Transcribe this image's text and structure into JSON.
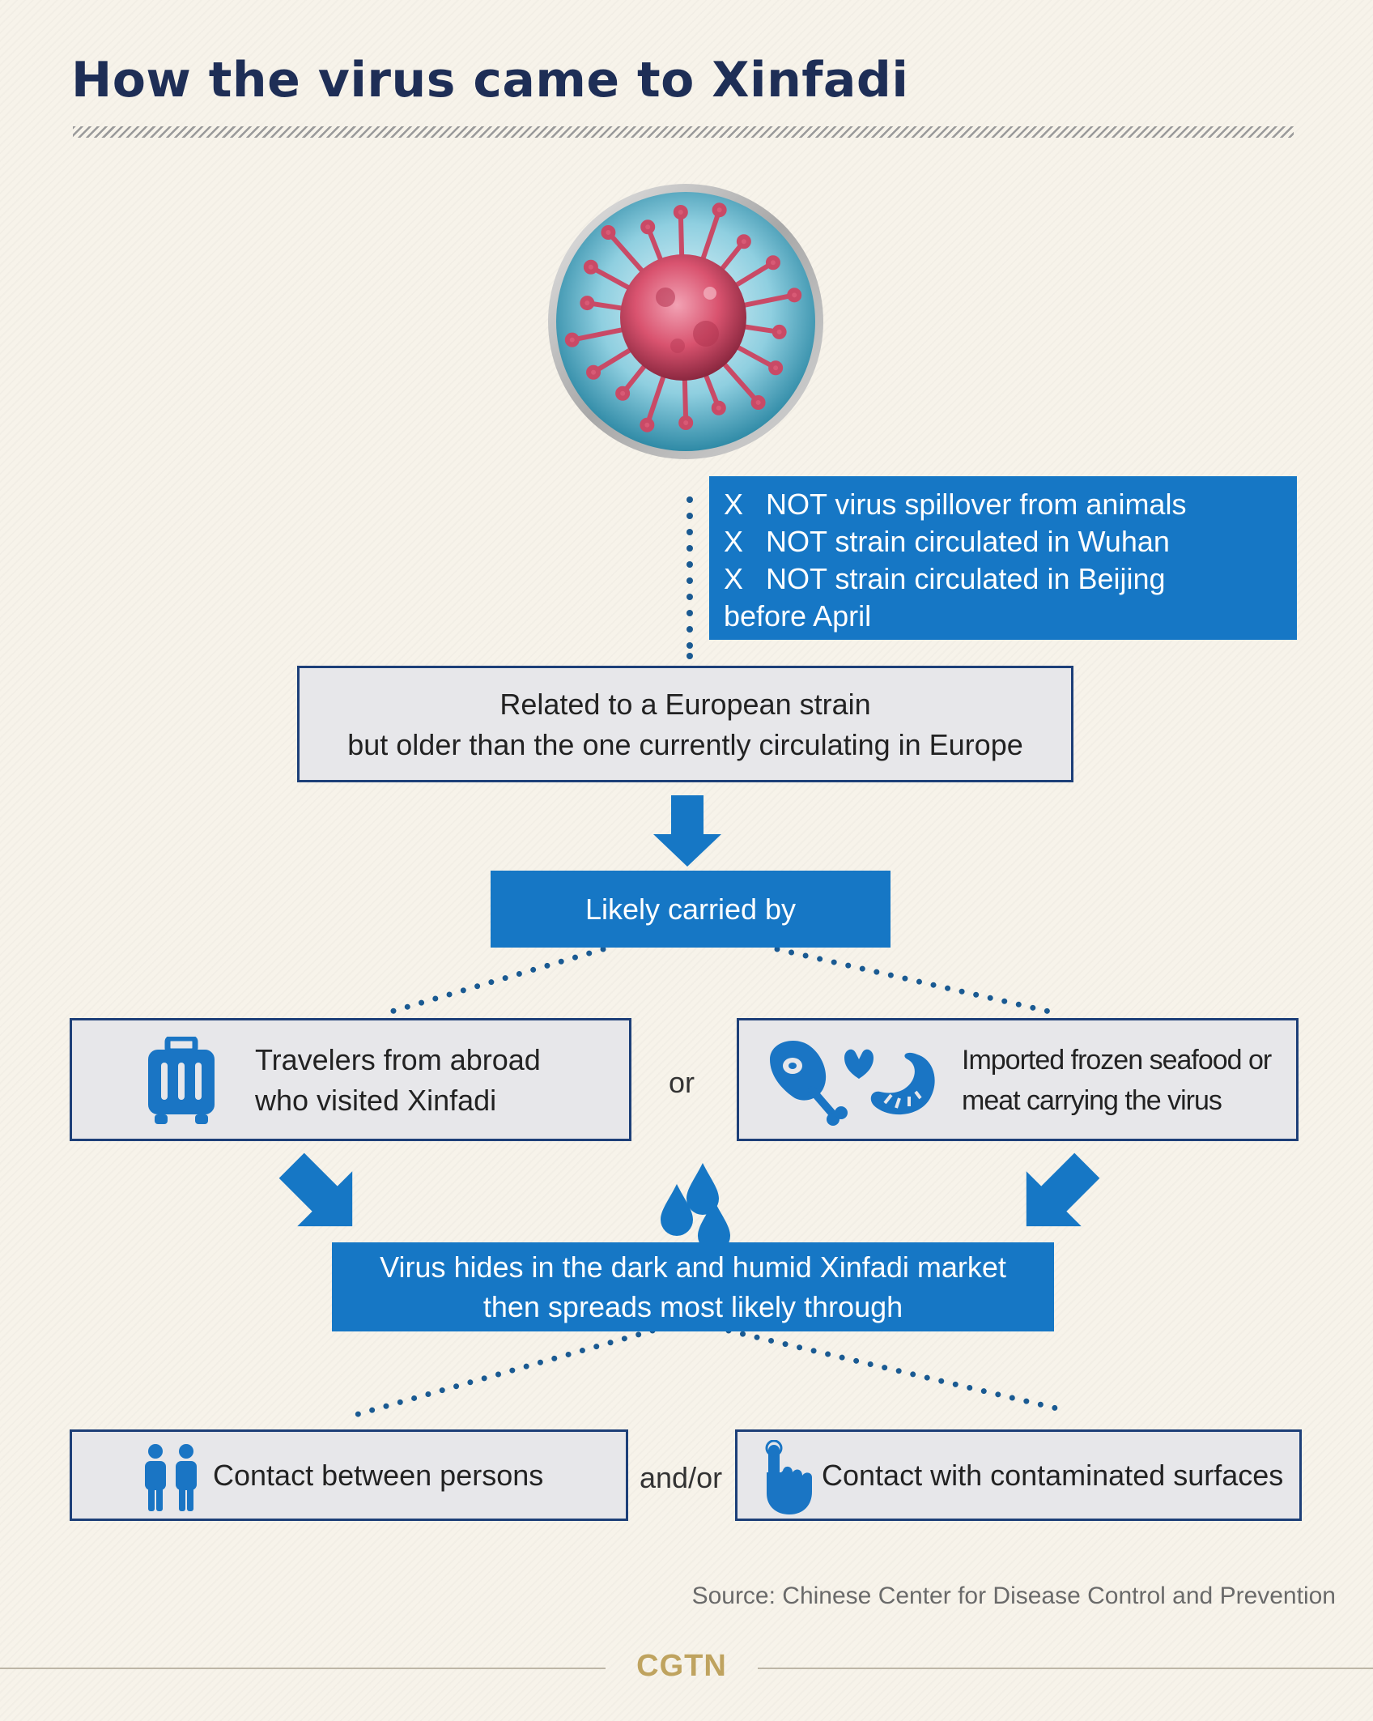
{
  "title": "How the virus came to Xinfadi",
  "notes": [
    {
      "mark": "X",
      "text": "NOT virus spillover from animals"
    },
    {
      "mark": "X",
      "text": "NOT strain circulated in Wuhan"
    },
    {
      "mark": "X",
      "text": "NOT strain circulated in Beijing"
    },
    {
      "mark": "",
      "text": "before April"
    }
  ],
  "strain": {
    "line1": "Related to a European strain",
    "line2": "but older than the one currently circulating in Europe"
  },
  "carried_by": "Likely carried by",
  "carriers": {
    "travelers": {
      "line1": "Travelers from abroad",
      "line2": "who visited Xinfadi",
      "icon": "luggage-icon"
    },
    "connector": "or",
    "seafood": {
      "line1": "Imported frozen seafood or",
      "line2": "meat carrying the virus",
      "icon": "meat-seafood-icon"
    }
  },
  "market": {
    "line1": "Virus hides in the dark and humid Xinfadi market",
    "line2": "then spreads most likely through",
    "icon": "water-drops-icon"
  },
  "spread": {
    "persons": {
      "label": "Contact between persons",
      "icon": "persons-icon"
    },
    "connector": "and/or",
    "surfaces": {
      "label": "Contact with contaminated surfaces",
      "icon": "finger-touch-icon"
    }
  },
  "source": "Source: Chinese Center for Disease Control and Prevention",
  "logo": "CGTN",
  "colors": {
    "title": "#1e2e56",
    "blue_box": "#1677c5",
    "box_border": "#1d3f78",
    "grey_box": "#e7e7ea",
    "icon_blue": "#1a75c4",
    "logo_gold": "#bfa35f",
    "background": "#f7f3ea"
  }
}
